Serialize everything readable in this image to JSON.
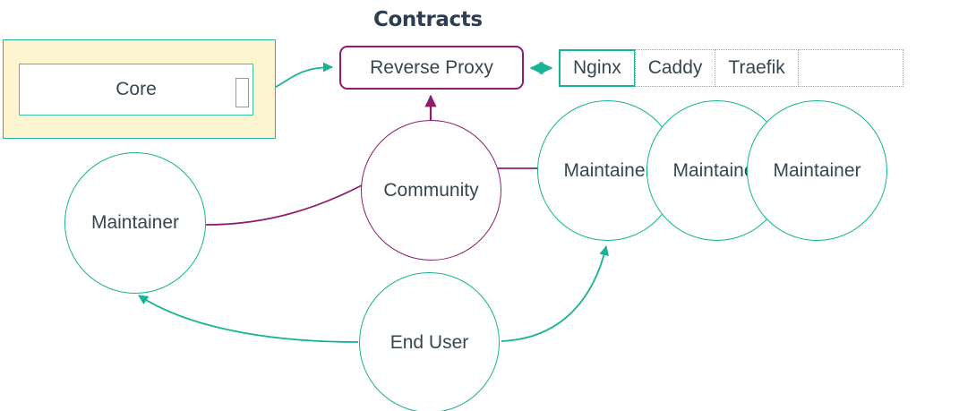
{
  "diagram": {
    "title": "Contracts",
    "core_cluster": {
      "core_label": "Core",
      "port_name": "core-port"
    },
    "reverse_proxy": {
      "label": "Reverse Proxy"
    },
    "tabs": [
      {
        "label": "Nginx",
        "selected": true,
        "empty": false
      },
      {
        "label": "Caddy",
        "selected": false,
        "empty": false
      },
      {
        "label": "Traefik",
        "selected": false,
        "empty": false
      },
      {
        "label": "",
        "selected": false,
        "empty": true
      }
    ],
    "nodes": {
      "community": "Community",
      "maintainer_left": "Maintainer",
      "maintainer_1": "Maintainer",
      "maintainer_2": "Maintainer",
      "maintainer_3": "Maintainer",
      "end_user": "End User"
    },
    "colors": {
      "teal": "#16b394",
      "teal_light": "#3cc3a5",
      "purple": "#8e1d6e",
      "cream": "#fdf5d0",
      "text": "#37474f",
      "title_text": "#2d3e50",
      "dotted_border": "#9aa2a8",
      "background": "#ffffff"
    },
    "edges": [
      {
        "from": "core",
        "to": "reverse-proxy",
        "color": "#16b394",
        "arrow": "end"
      },
      {
        "from": "reverse-proxy",
        "to": "nginx",
        "color": "#16b394",
        "arrow": "both"
      },
      {
        "from": "community",
        "to": "reverse-proxy",
        "color": "#8e1d6e",
        "arrow": "end"
      },
      {
        "from": "maintainer-left",
        "to": "community",
        "color": "#8e1d6e",
        "arrow": "none"
      },
      {
        "from": "community",
        "to": "maintainer-1",
        "color": "#8e1d6e",
        "arrow": "none"
      },
      {
        "from": "end-user",
        "to": "maintainer-left",
        "color": "#16b394",
        "arrow": "end"
      },
      {
        "from": "end-user",
        "to": "maintainer-1",
        "color": "#16b394",
        "arrow": "end"
      }
    ]
  }
}
